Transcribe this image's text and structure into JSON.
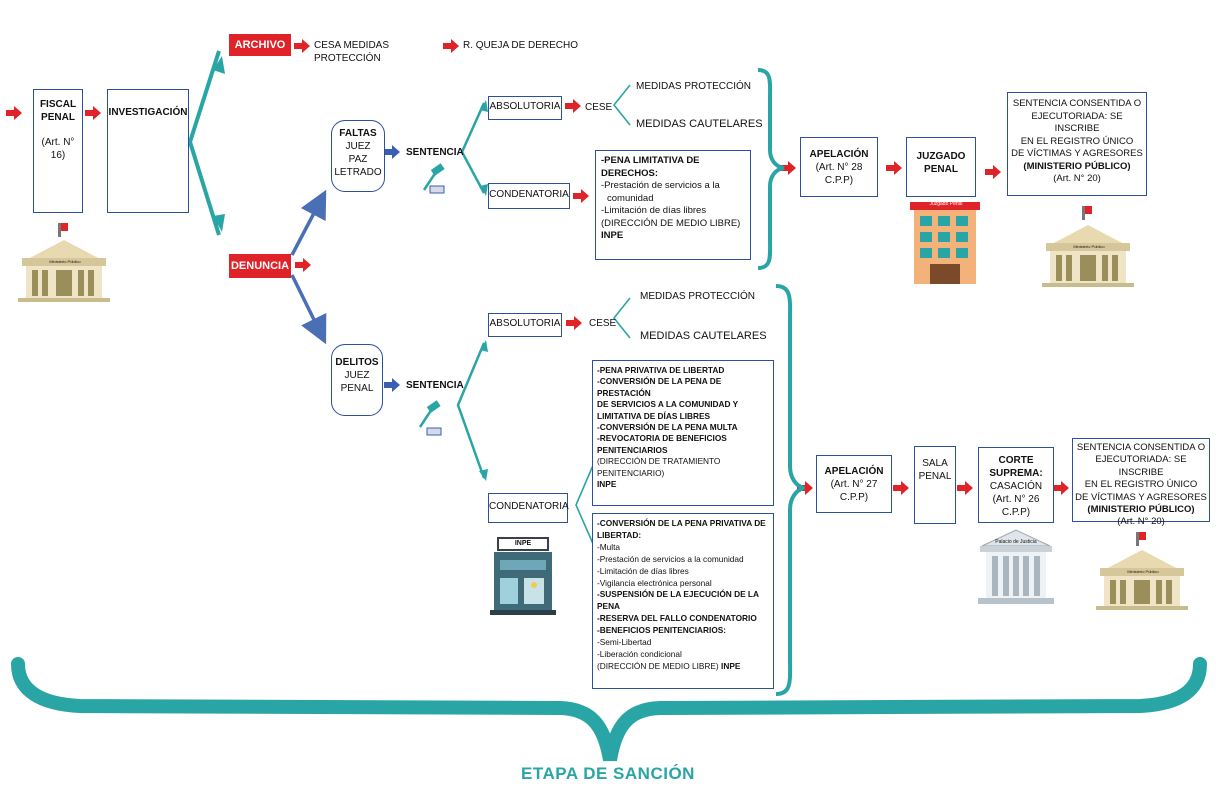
{
  "top_row": {
    "archivo": "ARCHIVO",
    "cesa": "CESA MEDIDAS PROTECCIÓN",
    "queja": "R. QUEJA DE DERECHO"
  },
  "fiscal": {
    "title1": "FISCAL",
    "title2": "PENAL",
    "art": "(Art. N° 16)"
  },
  "investigacion": "INVESTIGACIÓN",
  "denuncia": "DENUNCIA",
  "faltas": {
    "l1": "FALTAS",
    "l2": "JUEZ",
    "l3": "PAZ",
    "l4": "LETRADO"
  },
  "delitos": {
    "l1": "DELITOS",
    "l2": "JUEZ",
    "l3": "PENAL"
  },
  "sentencia": "SENTENCIA",
  "absolutoria": "ABSOLUTORIA",
  "condenatoria": "CONDENATORIA",
  "cese": "CESE",
  "medidas_proteccion": "MEDIDAS PROTECCIÓN",
  "medidas_cautelares": "MEDIDAS CAUTELARES",
  "faltas_pena": {
    "l1": "-PENA LIMITATIVA DE DERECHOS:",
    "l2": "-Prestación de servicios a la",
    "l3": "comunidad",
    "l4": "-Limitación de días libres",
    "l5": "(DIRECCIÓN DE MEDIO LIBRE)",
    "l6": "INPE"
  },
  "apelacion1": {
    "title": "APELACIÓN",
    "art": "(Art. N° 28 C.P.P)"
  },
  "juzgado": {
    "l1": "JUZGADO",
    "l2": "PENAL"
  },
  "building_sign": "Juzgado Penal",
  "sentencia_consentida": {
    "l1": "SENTENCIA CONSENTIDA O",
    "l2": "EJECUTORIADA: SE INSCRIBE",
    "l3": "EN EL REGISTRO ÚNICO",
    "l4": "DE VÍCTIMAS Y AGRESORES",
    "l5": "(MINISTERIO PÚBLICO)",
    "l6": "(Art. N° 20)"
  },
  "delitos_pena1": {
    "l1": "-PENA PRIVATIVA DE LIBERTAD",
    "l2": "-CONVERSIÓN DE LA PENA DE PRESTACIÓN",
    "l3": "DE SERVICIOS A LA COMUNIDAD Y",
    "l4": "LIMITATIVA DE DÍAS LIBRES",
    "l5": "-CONVERSIÓN DE LA PENA MULTA",
    "l6": "-REVOCATORIA DE BENEFICIOS",
    "l7": "PENITENCIARIOS",
    "l8": "(DIRECCIÓN DE TRATAMIENTO",
    "l9": "PENITENCIARIO)",
    "l10": "INPE"
  },
  "delitos_pena2": {
    "l1": "-CONVERSIÓN DE LA PENA PRIVATIVA DE",
    "l2": "LIBERTAD:",
    "l3": "-Multa",
    "l4": "-Prestación de servicios a la comunidad",
    "l5": "-Limitación de días libres",
    "l6": "-Vigilancia electrónica personal",
    "l7": "-SUSPENSIÓN DE LA EJECUCIÓN DE LA PENA",
    "l8": "-RESERVA DEL FALLO CONDENATORIO",
    "l9": "-BENEFICIOS PENITENCIARIOS:",
    "l10": "-Semi-Libertad",
    "l11": "-Liberación condicional",
    "l12": "(DIRECCIÓN DE MEDIO LIBRE)",
    "l13": "INPE"
  },
  "apelacion2": {
    "title": "APELACIÓN",
    "art": "(Art. N° 27 C.P.P)"
  },
  "sala": {
    "l1": "SALA",
    "l2": "PENAL"
  },
  "corte": {
    "l1": "CORTE",
    "l2": "SUPREMA:",
    "l3": "CASACIÓN",
    "l4": "(Art. N° 26 C.P.P)"
  },
  "inpe_sign": "INPE",
  "palacio_sign": "Palacio de Justicia",
  "ministerio_sign": "Ministerio Público",
  "footer": "ETAPA DE SANCIÓN",
  "colors": {
    "red": "#e02328",
    "teal": "#2aa5a5",
    "blue": "#2e4f9a",
    "steel": "#4a6fb5"
  }
}
